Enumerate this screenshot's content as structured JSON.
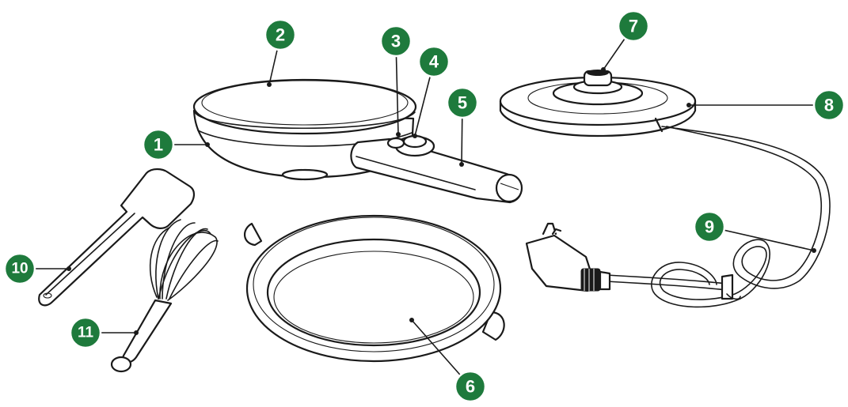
{
  "colors": {
    "badge_fill": "#1e7a3c",
    "badge_stroke": "#ffffff",
    "line": "#1a1a1a",
    "background": "#ffffff"
  },
  "parts": [
    {
      "id": "1",
      "name": "pan-body"
    },
    {
      "id": "2",
      "name": "lid"
    },
    {
      "id": "3",
      "name": "indicator-light"
    },
    {
      "id": "4",
      "name": "control-knob"
    },
    {
      "id": "5",
      "name": "handle"
    },
    {
      "id": "6",
      "name": "removable-plate"
    },
    {
      "id": "7",
      "name": "base-connector"
    },
    {
      "id": "8",
      "name": "power-base"
    },
    {
      "id": "9",
      "name": "power-cord"
    },
    {
      "id": "10",
      "name": "spatula"
    },
    {
      "id": "11",
      "name": "whisk"
    }
  ]
}
